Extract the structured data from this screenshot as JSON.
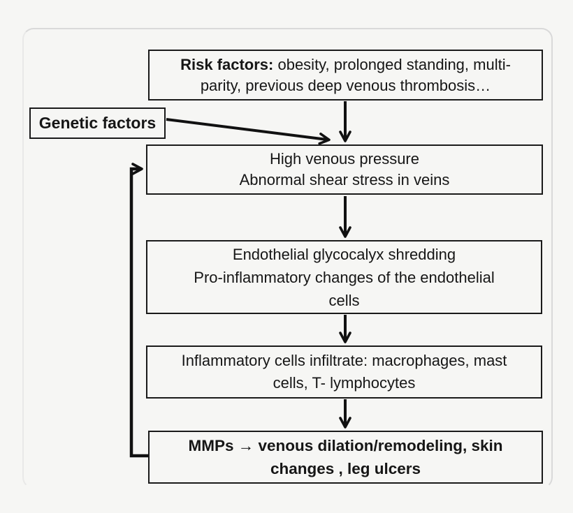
{
  "diagram": {
    "title_hint": "Flowchart of venous disease pathophysiology",
    "boxes": {
      "risk_factors": {
        "bold_lead": "Risk factors:",
        "line1_rest": " obesity, prolonged standing, multi-",
        "line2": "parity, previous deep venous thrombosis…"
      },
      "genetic": {
        "label": "Genetic factors"
      },
      "pressure": {
        "line1": "High venous pressure",
        "line2": "Abnormal shear stress in veins"
      },
      "endothelial": {
        "line1": "Endothelial glycocalyx shredding",
        "line2": "Pro-inflammatory changes of the endothelial",
        "line3": "cells"
      },
      "inflammatory": {
        "line1": "Inflammatory cells infiltrate: macrophages, mast",
        "line2": "cells, T- lymphocytes"
      },
      "mmps": {
        "line1": "MMPs → venous dilation/remodeling, skin",
        "line2": "changes , leg ulcers"
      }
    },
    "colors": {
      "background": "#f6f6f4",
      "box_border": "#1a1a1a",
      "text_color": "#161616",
      "line_color": "#111111",
      "card_border": "#d9d9d9"
    }
  }
}
